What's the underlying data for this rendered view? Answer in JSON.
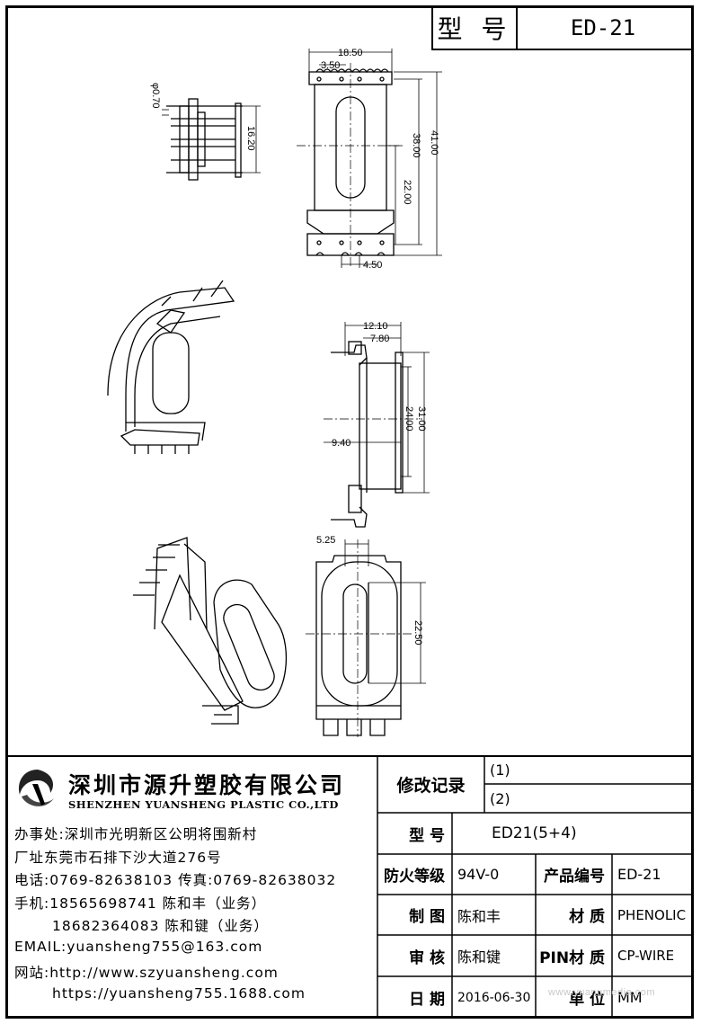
{
  "header": {
    "model_label": "型 号",
    "model_value": "ED-21"
  },
  "dimensions": {
    "top_pin_dia": "φ0.70",
    "top_side_height": "16.20",
    "top_width": "18.50",
    "top_pitch": "3.50",
    "top_len_total": "41.00",
    "top_len_inner": "38.00",
    "top_window": "22.00",
    "top_bottom_pitch": "4.50",
    "mid_depth": "12.10",
    "mid_flange": "7.80",
    "mid_outer": "31.00",
    "mid_inner": "24.00",
    "mid_left": "9.40",
    "bot_offset": "5.25",
    "bot_window": "22.50"
  },
  "company": {
    "name_cn": "深圳市源升塑胶有限公司",
    "name_en": "SHENZHEN YUANSHENG PLASTIC CO.,LTD",
    "office": "办事处:深圳市光明新区公明将围新村",
    "factory": "厂址东莞市石排下沙大道276号",
    "phone": "电话:0769-82638103 传真:0769-82638032",
    "mobile1": "手机:18565698741 陈和丰（业务）",
    "mobile2": "18682364083 陈和键（业务）",
    "email": "EMAIL:yuansheng755@163.com",
    "website": "网站:http://www.szyuansheng.com",
    "website2": "https://yuansheng755.1688.com"
  },
  "titleblock": {
    "revision_label": "修改记录",
    "rev1": "(1)",
    "rev2": "(2)",
    "model_label": "型 号",
    "model_value": "ED21(5+4)",
    "fire_label": "防火等级",
    "fire_value": "94V-0",
    "product_no_label": "产品编号",
    "product_no_value": "ED-21",
    "drawn_label": "制 图",
    "drawn_value": "陈和丰",
    "material_label": "材 质",
    "material_value": "PHENOLIC",
    "checked_label": "审 核",
    "checked_value": "陈和键",
    "pin_material_label": "PIN材 质",
    "pin_material_value": "CP-WIRE",
    "date_label": "日 期",
    "date_value": "2016-06-30",
    "unit_label": "单 位",
    "unit_value": "MM"
  },
  "watermark": "www.yuanumedia.com"
}
